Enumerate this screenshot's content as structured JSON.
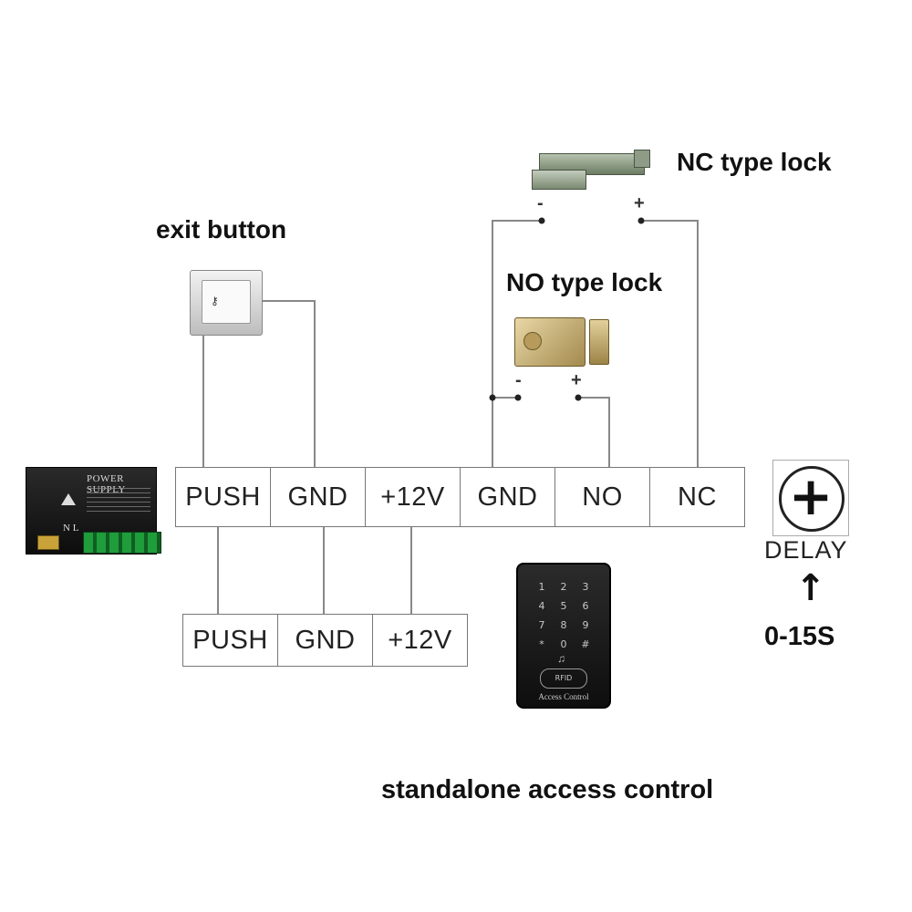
{
  "labels": {
    "nc_type_lock": "NC type lock",
    "exit_button": "exit button",
    "no_type_lock": "NO type lock",
    "delay": "DELAY",
    "delay_range": "0-15S",
    "standalone": "standalone access control"
  },
  "main_terminal": [
    "PUSH",
    "GND",
    "+12V",
    "GND",
    "NO",
    "NC"
  ],
  "psu_terminal": [
    "PUSH",
    "GND",
    "+12V"
  ],
  "polarity": {
    "nc_minus": "-",
    "nc_plus": "+",
    "no_minus": "-",
    "no_plus": "+"
  },
  "power_supply": {
    "title": "POWER SUPPLY",
    "nl": "N  L"
  },
  "keypad": {
    "keys": [
      "1",
      "2",
      "3",
      "4",
      "5",
      "6",
      "7",
      "8",
      "9",
      "*",
      "0",
      "#"
    ],
    "rfid": "RFID",
    "brand": "Access Control"
  },
  "delay_symbols": {
    "plus": "+",
    "arrow": "↑"
  }
}
